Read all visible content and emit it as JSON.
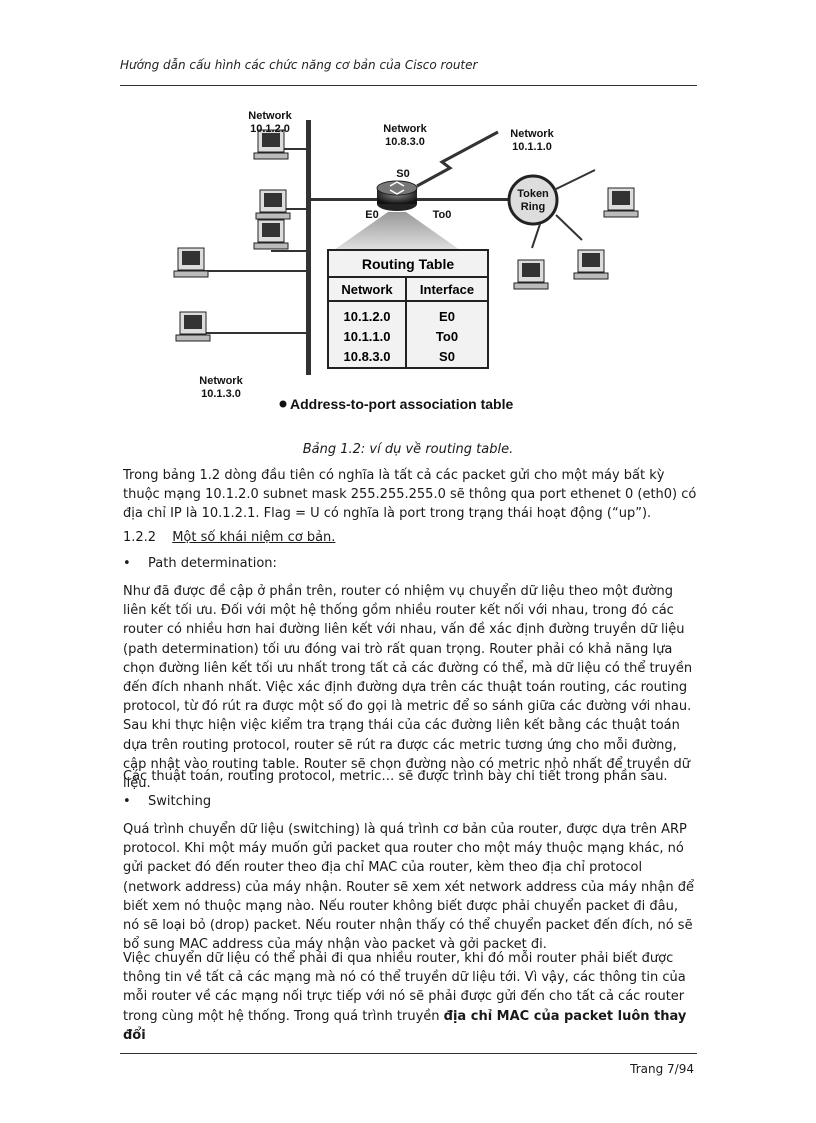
{
  "header": {
    "title": "Hướng dẫn cấu hình các chức năng cơ bản của Cisco router"
  },
  "figure": {
    "networks": [
      {
        "label": "Network",
        "address": "10.1.2.0"
      },
      {
        "label": "Network",
        "address": "10.8.3.0"
      },
      {
        "label": "Network",
        "address": "10.1.1.0"
      },
      {
        "label": "Network",
        "address": "10.1.3.0"
      }
    ],
    "interfaces": {
      "s0": "S0",
      "e0": "E0",
      "to0": "To0"
    },
    "token_ring": {
      "line1": "Token",
      "line2": "Ring"
    },
    "routing_table": {
      "title": "Routing Table",
      "headers": [
        "Network",
        "Interface"
      ],
      "rows": [
        {
          "network": "10.1.2.0",
          "interface": "E0"
        },
        {
          "network": "10.1.1.0",
          "interface": "To0"
        },
        {
          "network": "10.8.3.0",
          "interface": "S0"
        }
      ]
    },
    "bullet_caption": "Address-to-port association table"
  },
  "caption": "Bảng 1.2: ví dụ về routing table.",
  "paragraphs": {
    "p1": "Trong bảng 1.2 dòng đầu tiên có nghĩa là tất cả các packet gửi cho một máy bất kỳ thuộc mạng 10.1.2.0 subnet mask 255.255.255.0 sẽ thông qua port ethenet 0 (eth0) có địa chỉ IP là 10.1.2.1. Flag = U có nghĩa là port trong trạng thái hoạt động (“up”).",
    "p2": "Như đã được đề cập ở phần trên, router có nhiệm vụ chuyển dữ liệu theo một đường liên kết tối ưu. Đối với một hệ thống gồm nhiều router kết nối với nhau, trong đó các router có nhiều hơn hai đường liên kết với nhau, vấn đề xác định đường truyền dữ liệu (path determination) tối ưu đóng vai trò rất quan trọng. Router phải có khả năng lựa chọn đường liên kết tối ưu nhất trong tất cả các đường có thể, mà dữ liệu có thể truyền đến đích nhanh nhất. Việc xác định đường dựa trên các thuật toán routing, các routing protocol, từ đó rút ra được một số đo gọi là metric để so sánh giữa các đường với nhau. Sau khi thực hiện việc kiểm tra trạng thái của các đường liên kết bằng các thuật toán dựa trên routing protocol, router sẽ rút ra được các metric tương ứng cho mỗi đường, cập nhật vào routing table. Router sẽ chọn đường nào có metric nhỏ nhất để truyền dữ liệu.",
    "p3": "Các thuật toán, routing protocol, metric… sẽ được trình bày chi tiết trong phần sau.",
    "p4": "Quá trình chuyển dữ liệu (switching) là quá trình cơ bản của router, được dựa trên ARP protocol. Khi một máy muốn gửi packet qua router cho một máy thuộc mạng khác, nó gửi packet đó đến router theo địa chỉ MAC của router, kèm theo địa chỉ protocol (network address) của máy nhận. Router sẽ xem xét network address của máy nhận để biết xem nó thuộc mạng nào. Nếu router không biết được phải chuyển packet đi đâu, nó sẽ loại bỏ (drop) packet. Nếu router nhận thấy có thể chuyển packet đến đích, nó sẽ bổ sung  MAC address của máy nhận vào packet và gởi packet đi.",
    "p5": "Việc chuyển dữ liệu có thể phải đi qua nhiều router, khi đó mỗi router phải biết được thông tin về tất cả các mạng mà nó có thể truyền dữ liệu tới. Vì vậy, các thông tin của mỗi router về các mạng nối trực tiếp với nó sẽ phải được gửi đến cho tất cả các router trong cùng một hệ thống. Trong quá trình truyền ",
    "p5_bold": "địa chỉ MAC của packet luôn thay đổi"
  },
  "section": {
    "number": "1.2.2",
    "title": "Một số khái niệm cơ bản."
  },
  "bullets": {
    "b1": "Path determination:",
    "b2": "Switching"
  },
  "bullet_symbol": "•",
  "footer": {
    "page": "Trang 7/94"
  }
}
